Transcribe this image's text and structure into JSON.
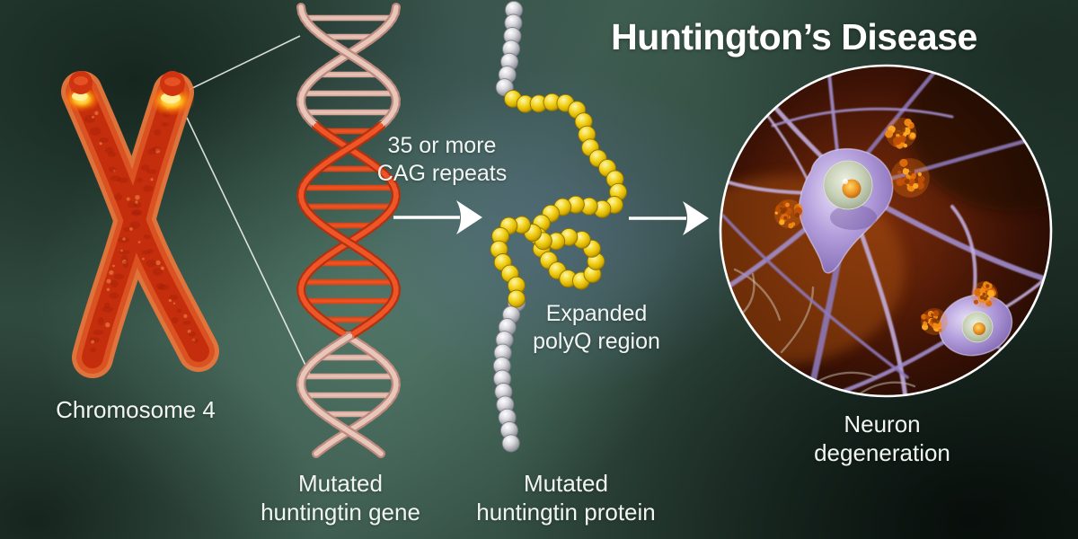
{
  "title": "Huntington’s Disease",
  "labels": {
    "chromosome": "Chromosome 4",
    "gene": "Mutated\nhuntingtin gene",
    "protein": "Mutated\nhuntingtin protein",
    "neuron": "Neuron\ndegeneration",
    "cag_annotation": "35 or more\nCAG repeats",
    "polyq_annotation": "Expanded\npolyQ region"
  },
  "figures": {
    "chromosome_icon": "chromosome-x-shape",
    "gene_icon": "dna-double-helix",
    "protein_icon": "beaded-protein-chain",
    "neuron_icon": "neuron-micrograph-circle",
    "flow_icons": [
      "right-arrow-icon",
      "right-arrow-icon"
    ]
  },
  "colors": {
    "background_teal": "#3a564b",
    "text": "#f2f6f3",
    "chromosome_red": "#d03a12",
    "chromosome_glow": "#ffc229",
    "dna_pink": "#e6c0b4",
    "dna_red": "#ea4a1d",
    "protein_gray": "#c9c9ce",
    "protein_yellow": "#f0d02a",
    "neuron_purple": "#b5a3dc",
    "aggregate_orange": "#f28312",
    "micrograph_brown": "#55200a",
    "arrow_white": "#ffffff"
  }
}
